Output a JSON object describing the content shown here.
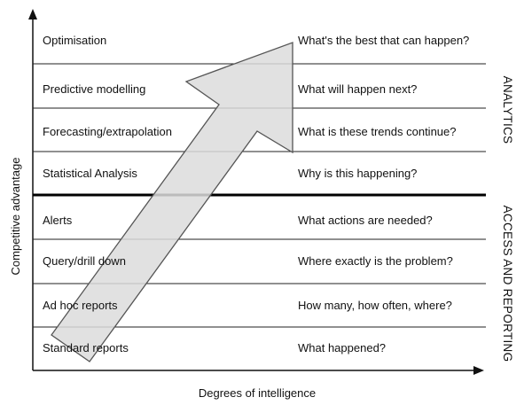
{
  "diagram": {
    "rows": [
      {
        "level": "Optimisation",
        "question": "What's the best that can happen?"
      },
      {
        "level": "Predictive modelling",
        "question": "What will happen next?"
      },
      {
        "level": "Forecasting/extrapolation",
        "question": "What is these trends continue?"
      },
      {
        "level": "Statistical Analysis",
        "question": "Why is this happening?"
      },
      {
        "level": "Alerts",
        "question": "What actions are needed?"
      },
      {
        "level": "Query/drill down",
        "question": "Where exactly is the problem?"
      },
      {
        "level": "Ad hoc reports",
        "question": "How many, how often, where?"
      },
      {
        "level": "Standard reports",
        "question": "What happened?"
      }
    ],
    "groups": {
      "top": "ANALYTICS",
      "bottom": "ACCESS AND REPORTING"
    },
    "axes": {
      "x_label": "Degrees of intelligence",
      "y_label": "Competitive advantage"
    },
    "colors": {
      "arrow_fill": "#dcdcdc",
      "arrow_stroke": "#555555",
      "line": "#222222",
      "divider": "#000000"
    }
  }
}
